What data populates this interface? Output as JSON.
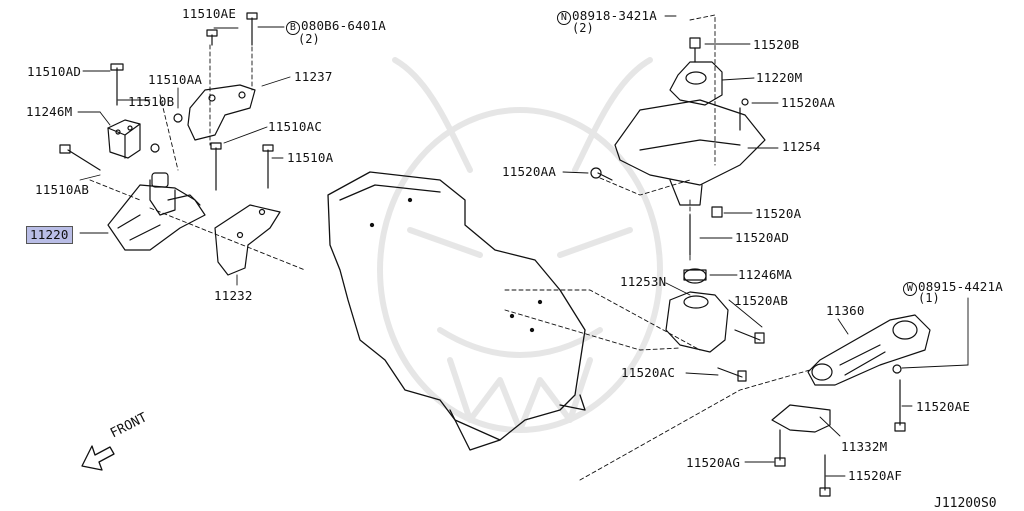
{
  "diagram": {
    "code": "J11200S0",
    "front_label": "FRONT",
    "highlighted_part": "11220",
    "labels": {
      "p11510AE": "11510AE",
      "p080B6": "080B6-6401A",
      "p080B6_prefix": "B",
      "p080B6_qty": "(2)",
      "p11510AD": "11510AD",
      "p11510AA": "11510AA",
      "p11237": "11237",
      "p11246M": "11246M",
      "p11510B": "11510B",
      "p11510AC": "11510AC",
      "p11510A": "11510A",
      "p11510AB": "11510AB",
      "p11220": "11220",
      "p11232": "11232",
      "p08918": "08918-3421A",
      "p08918_prefix": "N",
      "p08918_qty": "(2)",
      "p11520B": "11520B",
      "p11220M": "11220M",
      "p11520AA_top": "11520AA",
      "p11254": "11254",
      "p11520AA_left": "11520AA",
      "p11520A": "11520A",
      "p11520AD": "11520AD",
      "p11246MA": "11246MA",
      "p11253N": "11253N",
      "p11520AB": "11520AB",
      "p08915": "08915-4421A",
      "p08915_prefix": "W",
      "p08915_qty": "(1)",
      "p11360": "11360",
      "p11520AC": "11520AC",
      "p11520AE": "11520AE",
      "p11332M": "11332M",
      "p11520AG": "11520AG",
      "p11520AF": "11520AF"
    }
  }
}
